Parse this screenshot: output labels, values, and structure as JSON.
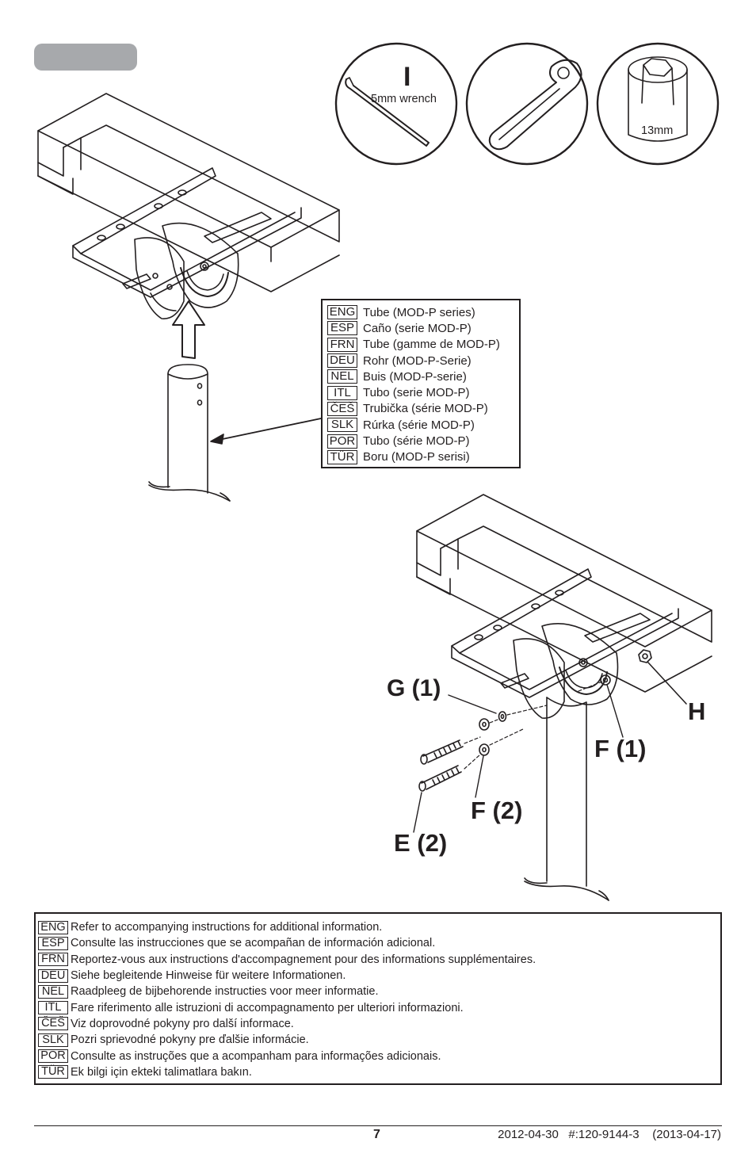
{
  "tools": {
    "index_letter": "I",
    "wrench_label": "5mm wrench",
    "socket_label": "13mm"
  },
  "tube_legend": [
    {
      "code": "ENG",
      "text": "Tube (MOD-P series)"
    },
    {
      "code": "ESP",
      "text": "Caño (serie MOD-P)"
    },
    {
      "code": "FRN",
      "text": "Tube (gamme de MOD-P)"
    },
    {
      "code": "DEU",
      "text": "Rohr (MOD-P-Serie)"
    },
    {
      "code": "NEL",
      "text": "Buis (MOD-P-serie)"
    },
    {
      "code": "ITL",
      "text": "Tubo (serie MOD-P)"
    },
    {
      "code": "ČEŠ",
      "text": "Trubička (série MOD-P)"
    },
    {
      "code": "SLK",
      "text": "Rúrka (série MOD-P)"
    },
    {
      "code": "POR",
      "text": "Tubo (série MOD-P)"
    },
    {
      "code": "TÜR",
      "text": "Boru (MOD-P serisi)"
    }
  ],
  "callouts": {
    "g1": "G (1)",
    "h": "H",
    "f1": "F (1)",
    "f2": "F (2)",
    "e2": "E (2)"
  },
  "notes": [
    {
      "code": "ENG",
      "text": "Refer to accompanying instructions for additional information."
    },
    {
      "code": "ESP",
      "text": "Consulte las instrucciones que se acompañan de información adicional."
    },
    {
      "code": "FRN",
      "text": "Reportez-vous aux instructions d'accompagnement pour des informations supplémentaires."
    },
    {
      "code": "DEU",
      "text": "Siehe begleitende Hinweise für weitere Informationen."
    },
    {
      "code": "NEL",
      "text": "Raadpleeg de bijbehorende instructies voor meer informatie."
    },
    {
      "code": "ITL",
      "text": "Fare riferimento alle istruzioni di accompagnamento per ulteriori informazioni."
    },
    {
      "code": "ČEŠ",
      "text": "Viz doprovodné pokyny pro další informace."
    },
    {
      "code": "SLK",
      "text": "Pozri sprievodné pokyny pre ďalšie informácie."
    },
    {
      "code": "POR",
      "text": "Consulte as instruções que a acompanham para informações adicionais."
    },
    {
      "code": "TÜR",
      "text": "Ek bilgi için ekteki talimatlara bakın."
    }
  ],
  "footer": {
    "page_number": "7",
    "meta": "2012-04-30   #:120-9144-3    (2013-04-17)"
  }
}
